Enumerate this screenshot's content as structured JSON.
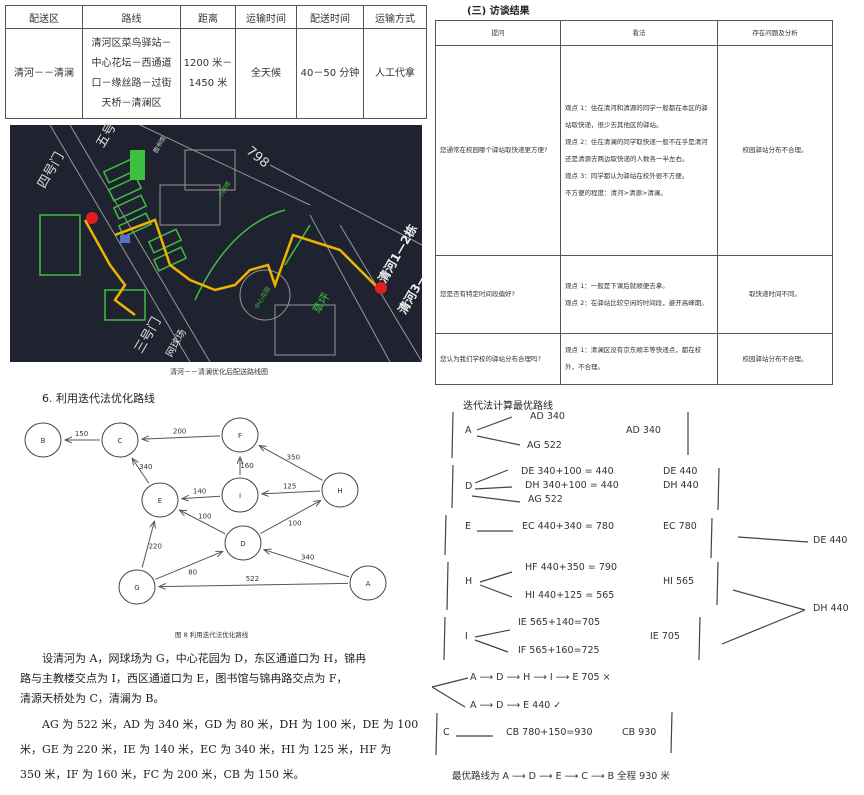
{
  "delivery_table": {
    "headers": [
      "配送区",
      "路线",
      "距离",
      "运输时间",
      "配送时间",
      "运输方式"
    ],
    "row": {
      "zone": "清河－－清澜",
      "route_lines": [
        "清河区菜鸟驿站－",
        "中心花坛－西通道",
        "口－缘丝路－过街",
        "天桥－清澜区"
      ],
      "distance_lines": [
        "1200 米－",
        "1450 米"
      ],
      "transport_time": "全天候",
      "delivery_time": "40－50 分钟",
      "mode": "人工代拿"
    }
  },
  "map": {
    "caption": "清河－－清澜优化后配送路线图",
    "labels": {
      "gate4": "四号门",
      "gate5": "五号",
      "gate3": "三号门",
      "library": "图书馆",
      "b798": "798",
      "qinghe12": "清河1—2栋",
      "qinghe3": "清河3—",
      "lawn": "草坪",
      "center": "中心花园",
      "dorm": "小研楼",
      "court": "网球场"
    },
    "colors": {
      "bg": "#1f2330",
      "route": "#f0b400",
      "building": "#3fbf3f",
      "point": "#e02020"
    }
  },
  "interview": {
    "heading": "(三)  访谈结果",
    "headers": [
      "提问",
      "看法",
      "存在问题及分析"
    ],
    "rows": [
      {
        "q": "您通常在校园哪个驿站取快递更方便?",
        "views": [
          "观点 1：住在清河和清源的同学一般都在本区的驿站取快递，很少去其他区的驿站。",
          "观点 2：住在清澜的同学取快递一般不在乎是清河还是清源去两边取快递的人数各一半左右。",
          "观点 3：同学都认为驿站在校外很不方便。",
          "不方便的程度：清河>清源>清澜。"
        ],
        "analysis": "校园驿站分布不合理。"
      },
      {
        "q": "您是否有特定时间段偏好?",
        "views": [
          "观点 1：一般是下课后就顺便去拿。",
          "观点 2：在驿站比较空闲的时间段，避开高峰期。"
        ],
        "analysis": "取快递时间不同。"
      },
      {
        "q": "您认为我们学校的驿站分布合理吗?",
        "views": [
          "观点 1：清澜区没有京东顺丰等快递点，都在校外，不合理。"
        ],
        "analysis": "校园驿站分布不合理。"
      }
    ]
  },
  "section6": {
    "title": "6. 利用迭代法优化路线",
    "caption": "图 8 利用迭代法优化路线"
  },
  "graph": {
    "nodes": [
      "A",
      "B",
      "C",
      "D",
      "E",
      "F",
      "G",
      "H",
      "I"
    ],
    "edges": [
      {
        "from": "A",
        "to": "G",
        "w": "522"
      },
      {
        "from": "A",
        "to": "D",
        "w": "340"
      },
      {
        "from": "G",
        "to": "D",
        "w": "80"
      },
      {
        "from": "D",
        "to": "H",
        "w": "100"
      },
      {
        "from": "D",
        "to": "E",
        "w": "100"
      },
      {
        "from": "G",
        "to": "E",
        "w": "220"
      },
      {
        "from": "I",
        "to": "E",
        "w": "140"
      },
      {
        "from": "E",
        "to": "C",
        "w": "340"
      },
      {
        "from": "H",
        "to": "I",
        "w": "125"
      },
      {
        "from": "H",
        "to": "F",
        "w": "350"
      },
      {
        "from": "I",
        "to": "F",
        "w": "160"
      },
      {
        "from": "F",
        "to": "C",
        "w": "200"
      },
      {
        "from": "C",
        "to": "B",
        "w": "150"
      }
    ]
  },
  "paragraphs": [
    "设清河为 A，网球场为 G，中心花园为 D，东区通道口为 H，锦冉",
    "路与主教楼交点为 I，西区通道口为 E，图书馆与锦冉路交点为 F，",
    "清源天桥处为 C，清澜为 B。",
    "AG 为 522 米，AD 为 340 米，GD 为 80 米，DH 为 100 米，DE 为 100",
    "米，GE 为 220 米，IE 为 140 米，EC 为 340 米，HI 为 125 米，HF 为",
    "350 米，IF 为 160 米，FC 为 200 米，CB 为 150 米。"
  ],
  "iteration": {
    "title": "迭代法计算最优路线",
    "A": {
      "node": "A",
      "b1": "AD     340",
      "b2": "AG     522",
      "res": "AD    340"
    },
    "D": {
      "node": "D",
      "b1": "DE     340+100 = 440",
      "b2": "DH    340+100 = 440",
      "b3": "AG    522",
      "r1": "DE 440",
      "r2": "DH 440"
    },
    "E": {
      "node": "E",
      "b1": "EC    440+340 = 780",
      "res": "EC 780",
      "side": "DE 440"
    },
    "H": {
      "node": "H",
      "b1": "HF    440+350 = 790",
      "b2": "HI    440+125 = 565",
      "res": "HI 565",
      "side": "DH 440"
    },
    "I": {
      "node": "I",
      "b1": "IE    565+140=705",
      "b2": "IF    565+160=725",
      "res": "IE 705"
    },
    "path1": "A ⟶ D ⟶ H ⟶ I ⟶ E    705  ×",
    "path2": "A ⟶ D ⟶ E    440  ✓",
    "C": {
      "node": "C",
      "b1": "CB    780+150=930",
      "res": "CB 930"
    },
    "final": "最优路线为 A ⟶ D ⟶ E ⟶ C ⟶ B  全程 930 米"
  }
}
